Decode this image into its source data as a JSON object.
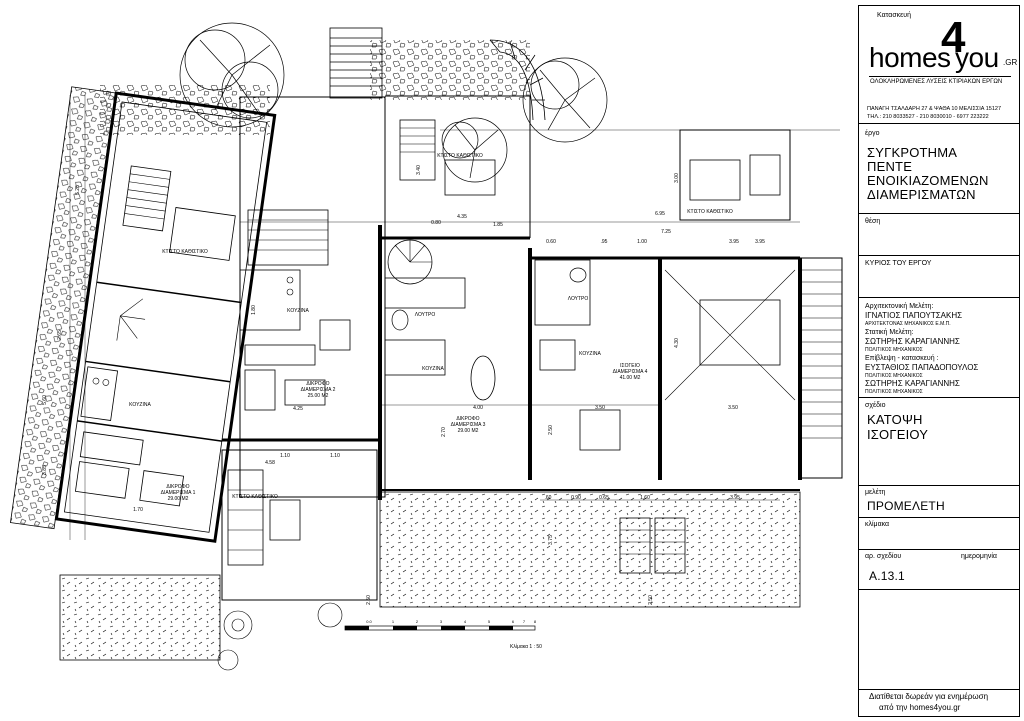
{
  "rooms": {
    "apt1_living": "ΔΙΑΜΕΡΙΣΜΑ 1",
    "apt1_living_area": "29.00 Μ2",
    "apt1_label": "ΔΙΑΜΕΡΙΣΜΑ 1",
    "apt2_label": "ΔΙΑΜΕΡΙΣΜΑ 2",
    "apt2_area": "25.00 Μ2",
    "apt3_label": "ΔΙΑΜΕΡΙΣΜΑ 3",
    "apt3_area": "29.00 Μ2",
    "apt4_label": "ΔΙΑΜΕΡΙΣΜΑ 4",
    "apt4_area": "41.00 Μ2",
    "living_prefix": "ΔΙΚΡΟΦΟ",
    "kitchen": "ΚΟΥΖΙΝΑ",
    "bath": "ΛΟΥΤΡΟ",
    "bedroom_built": "ΚΤΙΣΤΟ ΚΑΘΙΣΤΙΚΟ",
    "ground_living": "ΙΣΟΓΕΙΟ"
  },
  "dims": {
    "d1": "5.25",
    "d2": "2.65",
    "d3": "5.60",
    "d4": "3.85",
    "d5": "4.35",
    "d6": "0.80",
    "d7": "1.85",
    "d8": "6.95",
    "d9": "7.25",
    "d10": "3.95",
    "d11": "0.60",
    "d12": ".95",
    "d13": "1.00",
    "d14": "4.25",
    "d15": "4.30",
    "d16": "4.00",
    "d17": "3.50",
    "d18": "3.50",
    "d19": "1.10",
    "d20": "1.10",
    "d21": "4.58",
    "d22": "1.70",
    "d23": "0.90",
    "d24": "0.65",
    "d25": "1.60",
    "d26": "3.95",
    "d27": "3.75",
    "d28": "2.50",
    "d29": "2.50",
    "d30": "3.40",
    "d31": "1.80",
    "d32": "2.70",
    "d33": "2.50",
    "d34": "3.00",
    "d35": "3.95",
    "d36": ".60"
  },
  "scale_bar": {
    "ticks": [
      "0.0",
      "1",
      "2",
      "3",
      "4",
      "5",
      "6",
      "7",
      "8"
    ],
    "label": "Κλίμακα 1 : 50"
  },
  "titleblock": {
    "construction_label": "Κατασκευή",
    "logo_left": "homes",
    "logo_num": "4",
    "logo_right": "you",
    "logo_domain": ".GR",
    "tagline": "ΟΛΟΚΛΗΡΩΜΕΝΕΣ ΛΥΣΕΙΣ   ΚΤΙΡΙΑΚΩΝ ΕΡΓΩΝ",
    "address": "ΠΑΝΑΓΗ ΤΣΑΛΔΑΡΗ 27 & ΨΑΘΑ 10  ΜΕΛΙΣΣΙΑ 15127",
    "phones": "ΤΗΛ.: 210 8033527 - 210 8030010 - 6977 223222",
    "project_label": "έργο",
    "project_lines": [
      "ΣΥΓΚΡΟΤΗΜΑ",
      "ΠΕΝΤΕ",
      "ΕΝΟΙΚΙΑΖΟΜΕΝΩΝ",
      "ΔΙΑΜΕΡΙΣΜΑΤΩΝ"
    ],
    "location_label": "θέση",
    "owner_label": "ΚΥΡΙΟΣ ΤΟΥ ΕΡΓΟΥ",
    "arch_label": "Αρχιτεκτονική Μελέτη:",
    "arch_name": "ΙΓΝΑΤΙΟΣ ΠΑΠΟΥΤΣΑΚΗΣ",
    "arch_title": "ΑΡΧΙΤΕΚΤΟΝΑΣ ΜΗΧΑΝΙΚΟΣ Ε.Μ.Π.",
    "static_label": "Στατική Μελέτη:",
    "static_name": "ΣΩΤΗΡΗΣ ΚΑΡΑΓΙΑΝΝΗΣ",
    "static_title": "ΠΟΛΙΤΙΚΟΣ ΜΗΧΑΝΙΚΟΣ",
    "supervision_label": "Επίβλεψη - κατασκευή :",
    "sup_name1": "ΕΥΣΤΑΘΙΟΣ ΠΑΠΑΔΟΠΟΥΛΟΣ",
    "sup_title1": "ΠΟΛΙΤΙΚΟΣ ΜΗΧΑΝΙΚΟΣ",
    "sup_name2": "ΣΩΤΗΡΗΣ ΚΑΡΑΓΙΑΝΝΗΣ",
    "sup_title2": "ΠΟΛΙΤΙΚΟΣ ΜΗΧΑΝΙΚΟΣ",
    "drawing_label": "σχέδιο",
    "drawing_lines": [
      "ΚΑΤΟΨΗ",
      "ΙΣΟΓΕΙΟΥ"
    ],
    "study_label": "μελέτη",
    "study_value": "ΠΡΟΜΕΛΕΤΗ",
    "scale_label": "κλίμακα",
    "drawing_no_label": "αρ. σχεδίου",
    "date_label": "ημερομηνία",
    "drawing_no": "Α.13.1",
    "footer_line1": "Διατίθεται δωρεάν για ενημέρωση",
    "footer_line2": "από την homes4you.gr"
  }
}
